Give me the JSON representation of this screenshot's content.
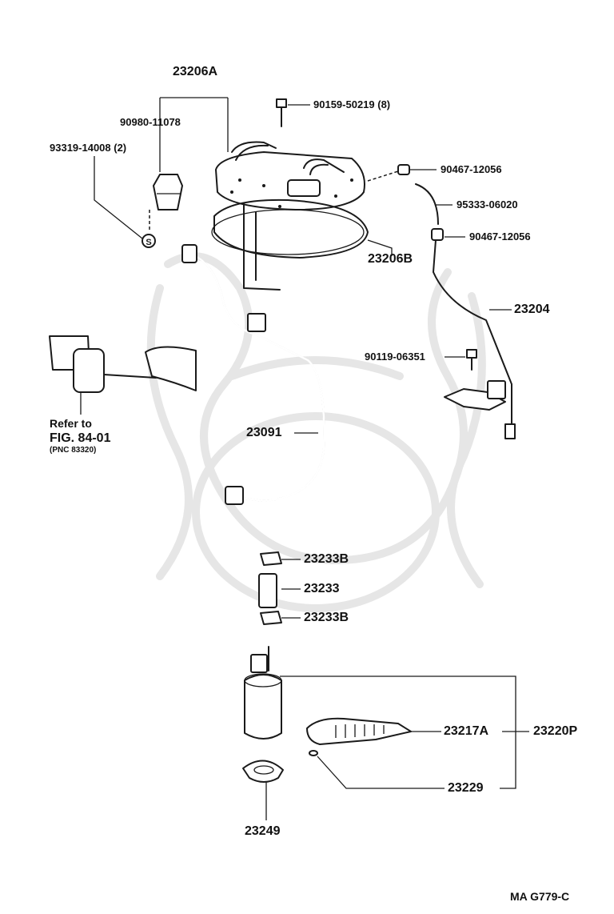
{
  "labels": {
    "l_23206A": "23206A",
    "l_90980": "90980-11078",
    "l_93319": "93319-14008 (2)",
    "l_90159": "90159-50219 (8)",
    "l_90467a": "90467-12056",
    "l_95333": "95333-06020",
    "l_90467b": "90467-12056",
    "l_23206B": "23206B",
    "l_23204": "23204",
    "l_90119": "90119-06351",
    "l_refer1": "Refer to",
    "l_refer2": "FIG. 84-01",
    "l_refer3": "(PNC 83320)",
    "l_23091": "23091",
    "l_23233B_top": "23233B",
    "l_23233": "23233",
    "l_23233B_bot": "23233B",
    "l_23217A": "23217A",
    "l_23220P": "23220P",
    "l_23229": "23229",
    "l_23249": "23249",
    "l_code": "MA G779-C",
    "s_mark": "S"
  }
}
